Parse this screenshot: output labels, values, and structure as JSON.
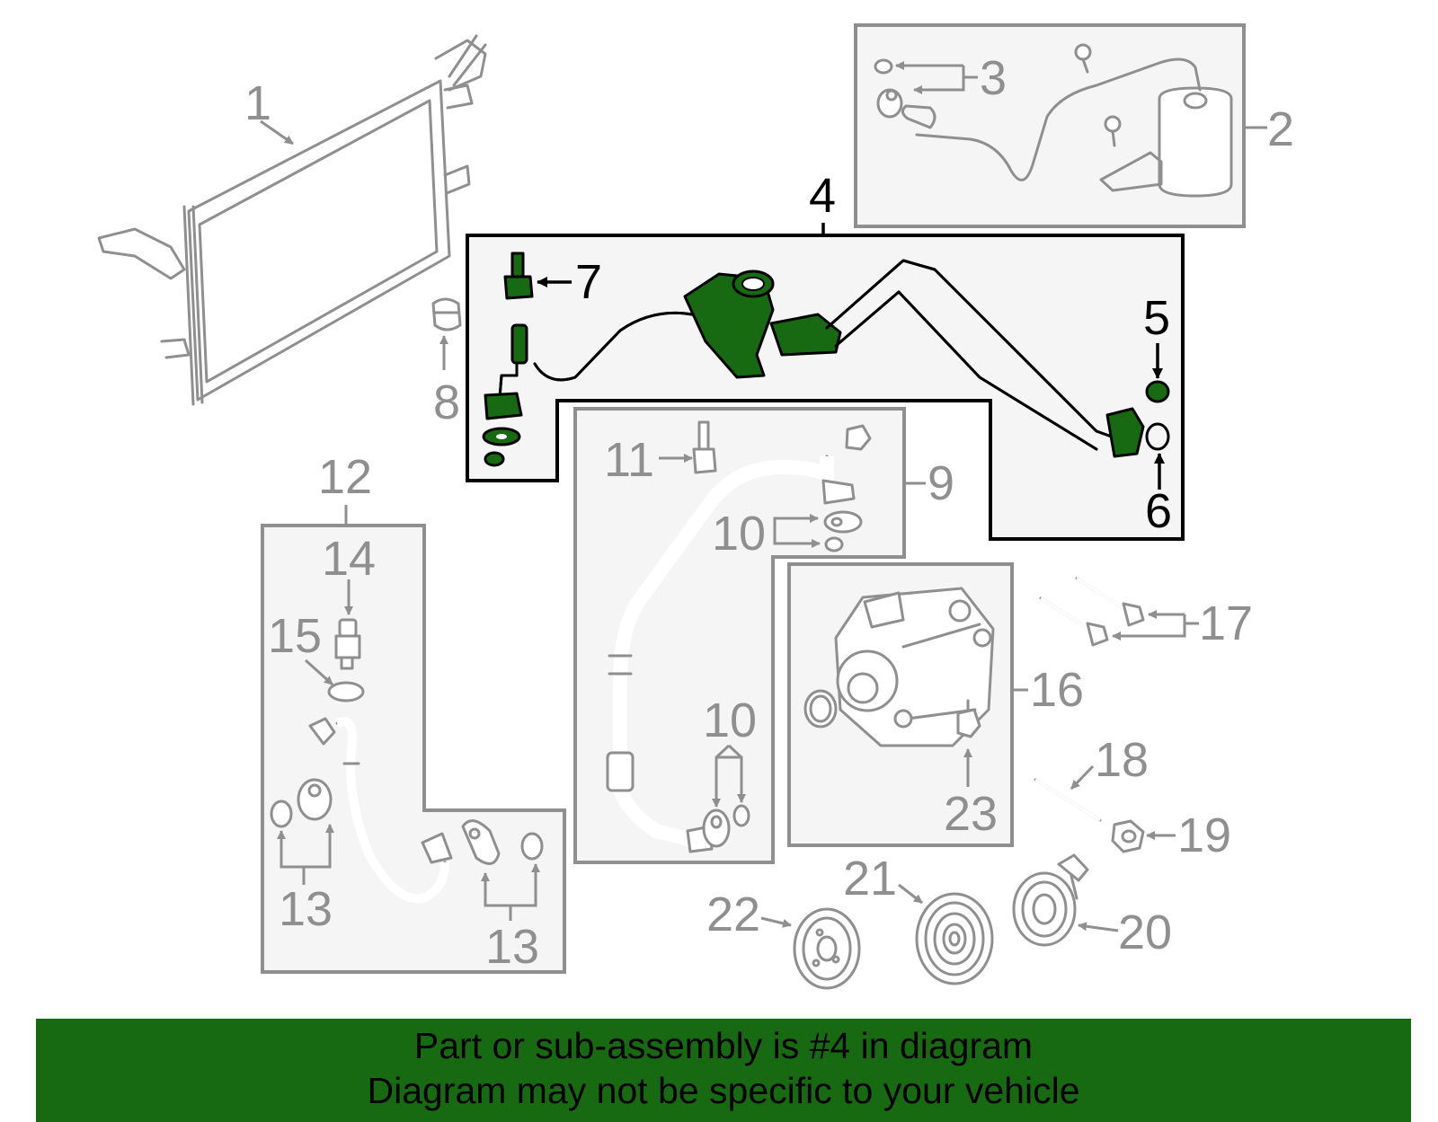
{
  "callouts": {
    "c1": "1",
    "c2": "2",
    "c3": "3",
    "c4": "4",
    "c5": "5",
    "c6": "6",
    "c7": "7",
    "c8": "8",
    "c9": "9",
    "c10a": "10",
    "c10b": "10",
    "c11": "11",
    "c12": "12",
    "c13a": "13",
    "c13b": "13",
    "c14": "14",
    "c15": "15",
    "c16": "16",
    "c17": "17",
    "c18": "18",
    "c19": "19",
    "c20": "20",
    "c21": "21",
    "c22": "22",
    "c23": "23"
  },
  "highlighted_part": "4",
  "caption": {
    "line1": "Part or sub-assembly is #4 in diagram",
    "line2": "Diagram may not be specific to your vehicle"
  },
  "colors": {
    "highlight": "#176a12",
    "inactive": "#8f8f8f",
    "active_outline": "#000000",
    "caption_bar": "#176a12"
  }
}
